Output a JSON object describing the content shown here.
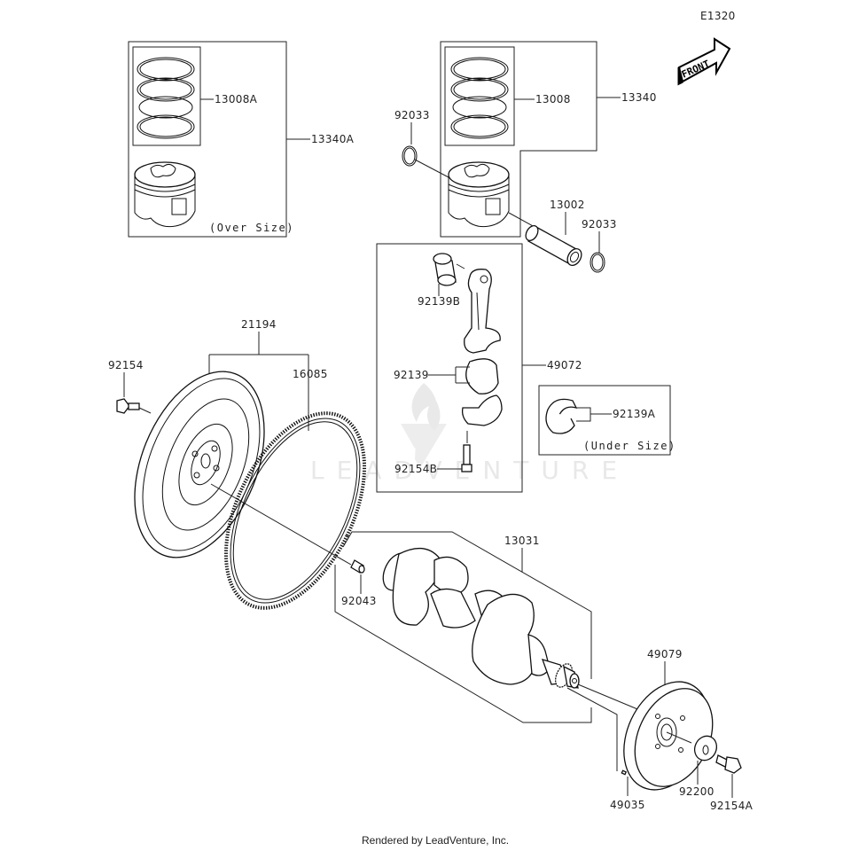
{
  "diagram": {
    "code": "E1320",
    "front_arrow_label": "FRONT",
    "watermark": "LEADVENTURE",
    "footer": "Rendered by LeadVenture, Inc.",
    "parts": {
      "p13340A": "13340A",
      "p13008A": "13008A",
      "oversize_note": "(Over Size)",
      "p13340": "13340",
      "p13008": "13008",
      "p92033_left": "92033",
      "p13002": "13002",
      "p92033_right": "92033",
      "p92139B": "92139B",
      "p49072": "49072",
      "p92139": "92139",
      "p92154B": "92154B",
      "p92139A": "92139A",
      "undersize_note": "(Under Size)",
      "p21194": "21194",
      "p92154": "92154",
      "p16085": "16085",
      "p13031": "13031",
      "p92043": "92043",
      "p49079": "49079",
      "p92200": "92200",
      "p92154A": "92154A",
      "p49035": "49035"
    }
  }
}
